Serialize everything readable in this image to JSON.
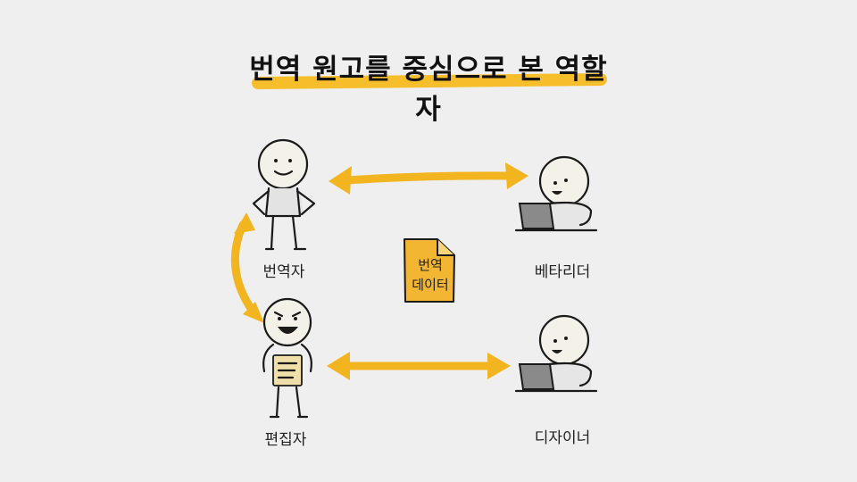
{
  "title": "번역 원고를 중심으로 본 역할자",
  "roles": {
    "translator": "번역자",
    "editor": "편집자",
    "beta_reader": "베타리더",
    "designer": "디자이너"
  },
  "document": {
    "line1": "번역",
    "line2": "데이터"
  },
  "colors": {
    "accent": "#f7be2c",
    "arrow": "#f3b51f",
    "line": "#1a1a1a",
    "paper": "#f2b632"
  },
  "icons": {
    "translator": "person-hands-on-hips-icon",
    "editor": "person-holding-paper-icon",
    "beta_reader": "person-with-laptop-icon",
    "designer": "person-with-laptop-icon",
    "document": "document-icon"
  }
}
